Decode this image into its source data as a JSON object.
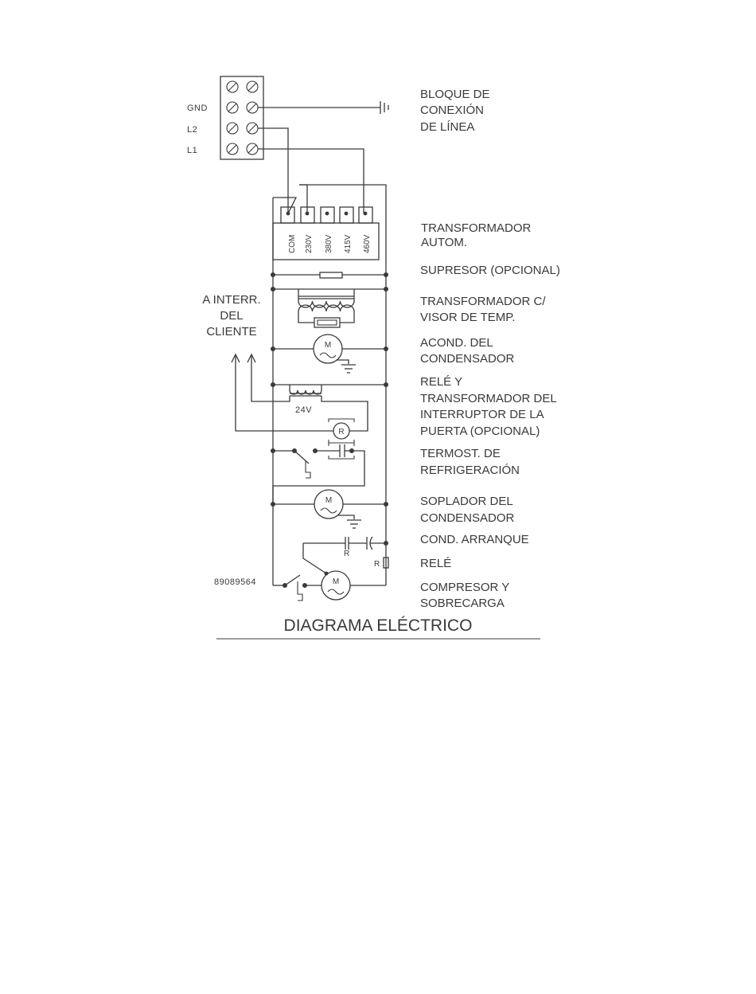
{
  "terminal_labels": {
    "gnd": "GND",
    "l2": "L2",
    "l1": "L1"
  },
  "tap_labels": [
    "COM",
    "230V",
    "380V",
    "415V",
    "460V"
  ],
  "client_switch": [
    "A INTERR.",
    "DEL",
    "CLIENTE"
  ],
  "component_labels": {
    "block": [
      "BLOQUE DE",
      "CONEXIÓN",
      "DE LÍNEA"
    ],
    "auto_transformer": [
      "TRANSFORMADOR",
      "AUTOM."
    ],
    "suppressor": [
      "SUPRESOR (OPCIONAL)"
    ],
    "temp_transformer": [
      "TRANSFORMADOR C/",
      "VISOR DE TEMP."
    ],
    "condenser_conditioner": [
      "ACOND. DEL",
      "CONDENSADOR"
    ],
    "door_relay": [
      "RELÉ Y",
      "TRANSFORMADOR DEL",
      "INTERRUPTOR DE LA",
      "PUERTA (OPCIONAL)"
    ],
    "thermostat": [
      "TERMOST. DE",
      "REFRIGERACIÓN"
    ],
    "condenser_blower": [
      "SOPLADOR DEL",
      "CONDENSADOR"
    ],
    "start_capacitor": [
      "COND. ARRANQUE"
    ],
    "relay": [
      "RELÉ"
    ],
    "compressor": [
      "COMPRESOR Y",
      "SOBRECARGA"
    ]
  },
  "secondary_voltage": "24V",
  "motor_letter": "M",
  "relay_letter": "R",
  "part_number": "89089564",
  "diagram_title": "DIAGRAMA ELÉCTRICO"
}
